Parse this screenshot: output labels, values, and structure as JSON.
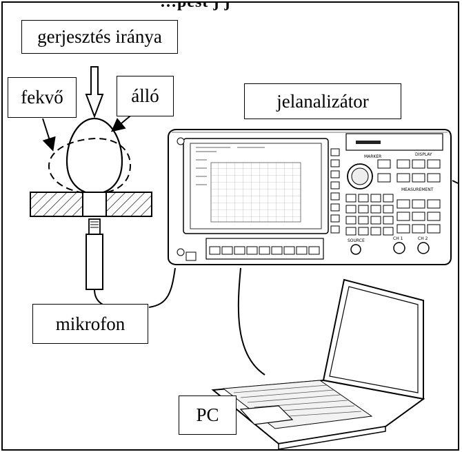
{
  "top_caption_fragment": "…pest  j  j  ",
  "labels": {
    "excitation_direction": "gerjesztés iránya",
    "lying": "fekvő",
    "standing": "álló",
    "analyzer": "jelanalizátor",
    "microphone": "mikrofon",
    "pc": "PC"
  },
  "analyzer_panel": {
    "marker": "MARKER",
    "display": "DISPLAY",
    "measurement": "MEASUREMENT",
    "source": "SOURCE",
    "ch1": "CH 1",
    "ch2": "CH 2"
  }
}
